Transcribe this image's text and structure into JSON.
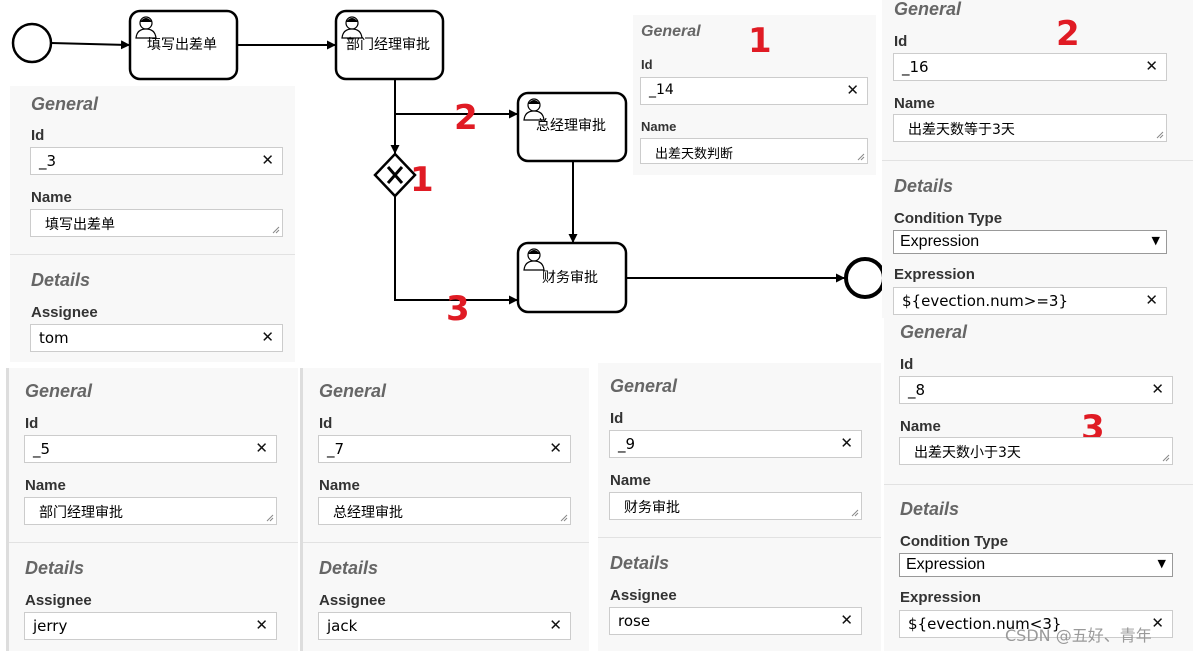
{
  "diagram": {
    "tasks": {
      "fill": "填写出差单",
      "dept": "部门经理审批",
      "gm": "总经理审批",
      "fin": "财务审批"
    },
    "markers": {
      "gateway": "1",
      "flow_gm": "2",
      "flow_fin": "3"
    }
  },
  "panels": {
    "fill_form": {
      "general": "General",
      "id_label": "Id",
      "id": "_3",
      "name_label": "Name",
      "name": "填写出差单",
      "details": "Details",
      "assignee_label": "Assignee",
      "assignee": "tom"
    },
    "dept": {
      "general": "General",
      "id_label": "Id",
      "id": "_5",
      "name_label": "Name",
      "name": "部门经理审批",
      "details": "Details",
      "assignee_label": "Assignee",
      "assignee": "jerry"
    },
    "gm": {
      "general": "General",
      "id_label": "Id",
      "id": "_7",
      "name_label": "Name",
      "name": "总经理审批",
      "details": "Details",
      "assignee_label": "Assignee",
      "assignee": "jack"
    },
    "fin": {
      "general": "General",
      "id_label": "Id",
      "id": "_9",
      "name_label": "Name",
      "name": "财务审批",
      "details": "Details",
      "assignee_label": "Assignee",
      "assignee": "rose"
    },
    "gateway": {
      "marker": "1",
      "general": "General",
      "id_label": "Id",
      "id": "_14",
      "name_label": "Name",
      "name": "出差天数判断"
    },
    "flow2": {
      "marker": "2",
      "general": "General",
      "id_label": "Id",
      "id": "_16",
      "name_label": "Name",
      "name": "出差天数等于3天",
      "details": "Details",
      "cond_type_label": "Condition Type",
      "cond_type": "Expression",
      "expr_label": "Expression",
      "expr": "${evection.num>=3}"
    },
    "flow3": {
      "marker": "3",
      "general": "General",
      "id_label": "Id",
      "id": "_8",
      "name_label": "Name",
      "name": "出差天数小于3天",
      "details": "Details",
      "cond_type_label": "Condition Type",
      "cond_type": "Expression",
      "expr_label": "Expression",
      "expr": "${evection.num<3}"
    }
  },
  "watermark": "CSDN @五好、青年",
  "colors": {
    "accent_red": "#e01b24",
    "panel_bg": "#f8f8f8"
  }
}
